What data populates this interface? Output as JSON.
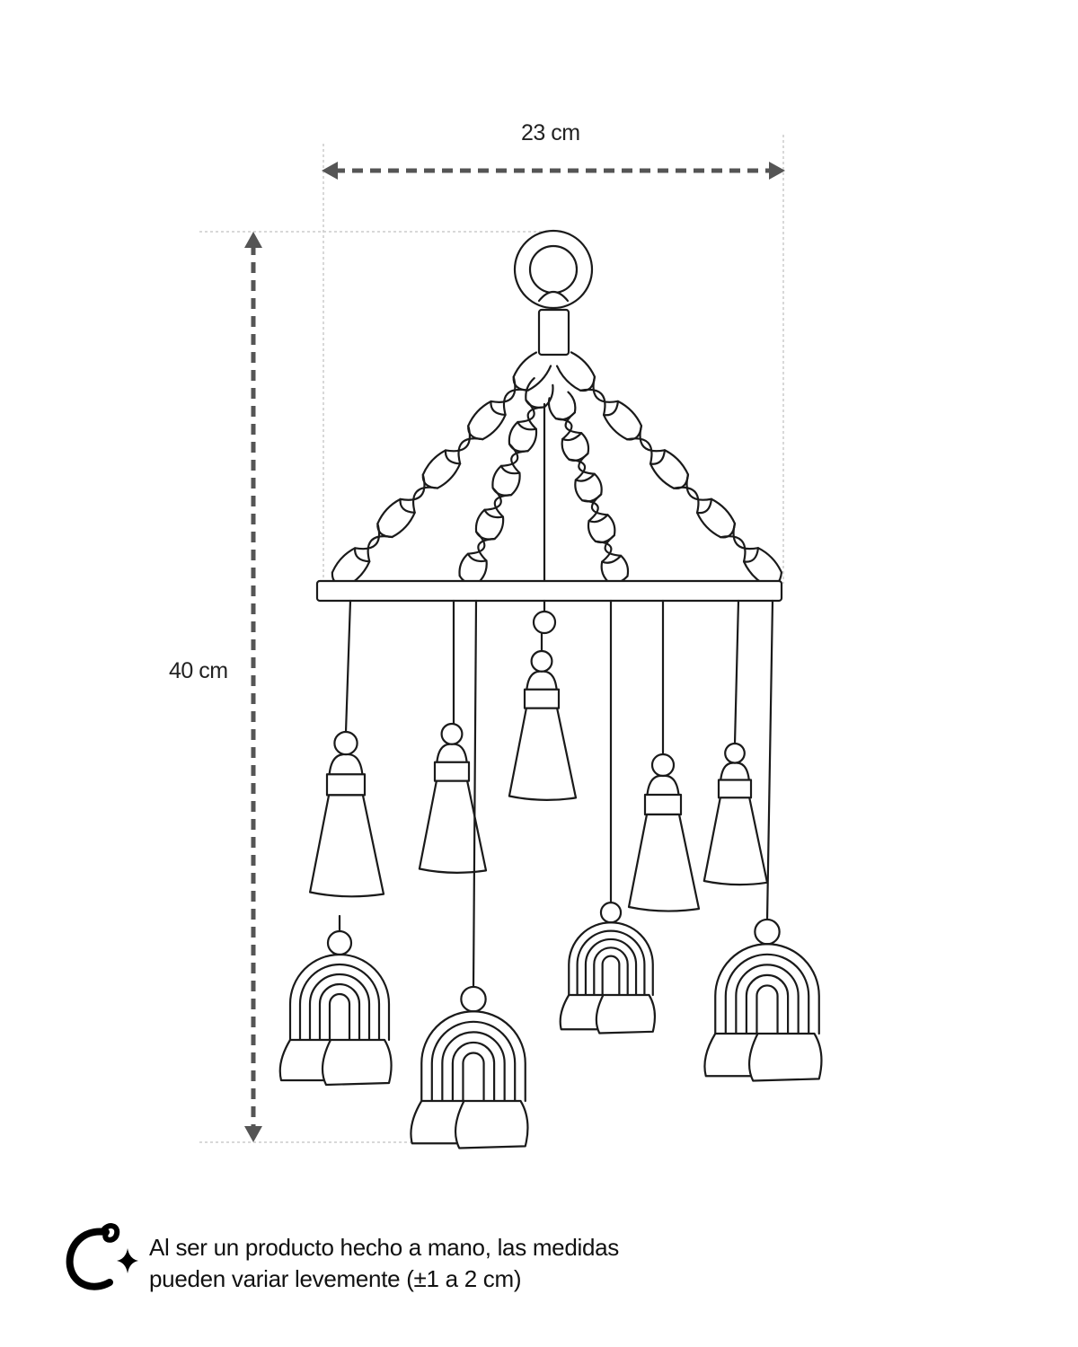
{
  "dimensions": {
    "width": "23 cm",
    "height": "40 cm"
  },
  "note": {
    "line1": "Al ser un producto hecho a mano, las medidas",
    "line2": "pueden variar levemente (±1 a 2 cm)"
  },
  "colors": {
    "line": "#1a1a1a",
    "arrow": "#555555",
    "guide": "#cccccc"
  }
}
